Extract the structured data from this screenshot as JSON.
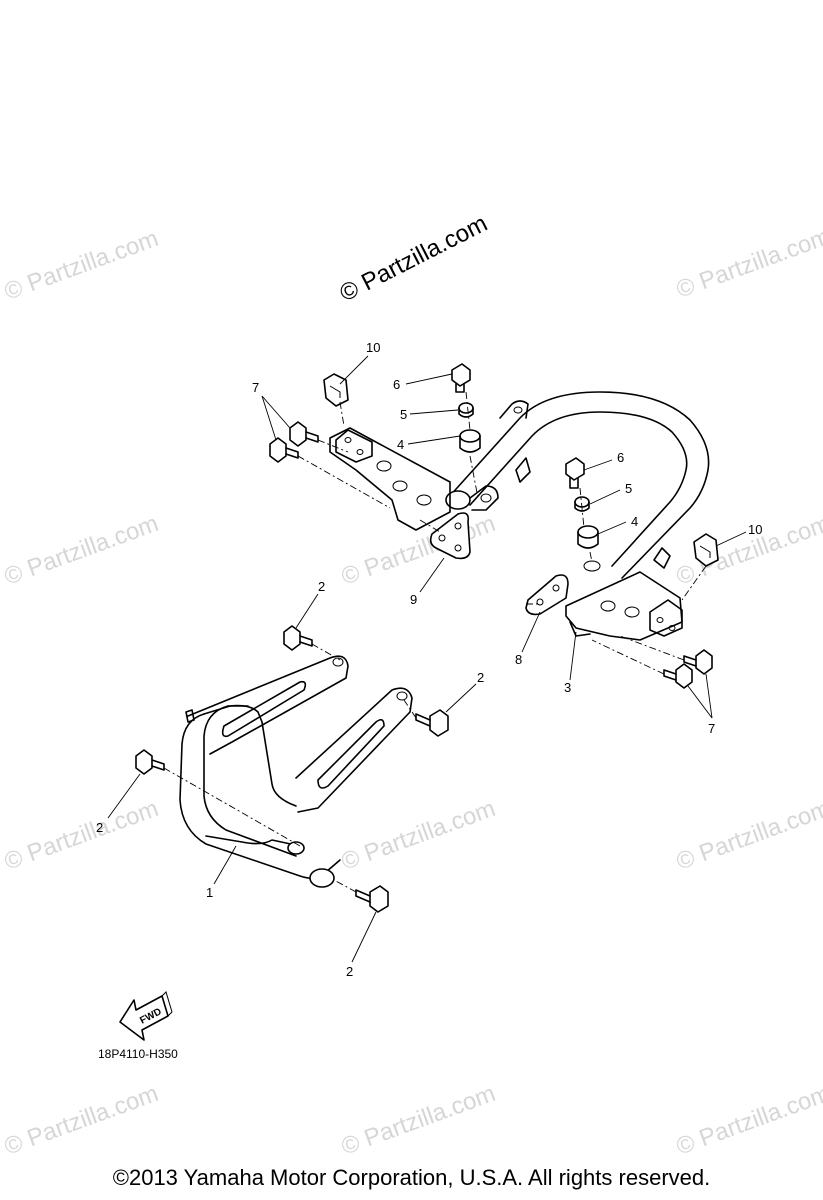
{
  "watermarks": {
    "main": "© Partzilla.com",
    "faint": "© Partzilla.com"
  },
  "callouts": {
    "c1": "1",
    "c2a": "2",
    "c2b": "2",
    "c2c": "2",
    "c2d": "2",
    "c3": "3",
    "c4a": "4",
    "c4b": "4",
    "c5a": "5",
    "c5b": "5",
    "c6a": "6",
    "c6b": "6",
    "c7a": "7",
    "c7b": "7",
    "c8": "8",
    "c9": "9",
    "c10a": "10",
    "c10b": "10"
  },
  "fwd_label": "FWD",
  "diagram_code": "18P4110-H350",
  "copyright": "©2013  Yamaha Motor Corporation, U.S.A. All rights reserved.",
  "colors": {
    "line": "#000000",
    "watermark": "#d6d6d6",
    "background": "#ffffff"
  }
}
